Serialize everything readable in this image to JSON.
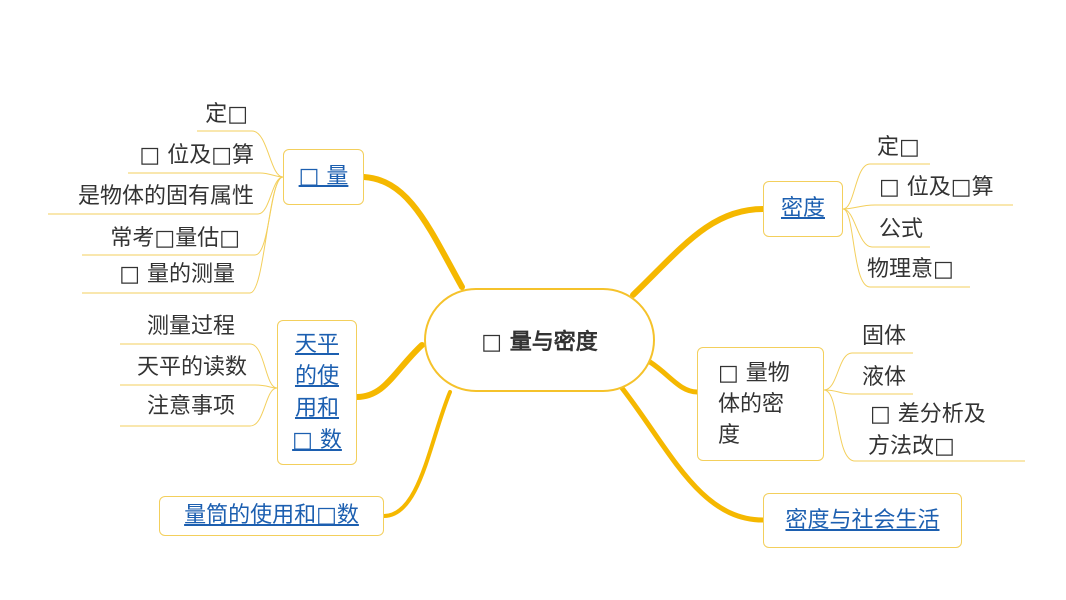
{
  "center": "□ 量与密度",
  "left": [
    {
      "label": "□ 量",
      "children": [
        "定□",
        "□ 位及□算",
        "是物体的固有属性",
        "常考□量估□",
        "□ 量的测量"
      ]
    },
    {
      "label_lines": [
        "天平",
        "的使",
        "用和",
        "□ 数"
      ],
      "children": [
        "测量过程",
        "天平的读数",
        "注意事项"
      ]
    },
    {
      "label": "量筒的使用和□数",
      "children": []
    }
  ],
  "right": [
    {
      "label": "密度",
      "children": [
        "定□",
        "□ 位及□算",
        "公式",
        "物理意□"
      ]
    },
    {
      "label_lines": [
        "□ 量物",
        "体的密",
        "度"
      ],
      "children": [
        "固体",
        "液体",
        "□ 差分析及",
        "方法改□"
      ]
    },
    {
      "label": "密度与社会生活",
      "children": []
    }
  ],
  "colors": {
    "branch": "#f5b800",
    "border": "#f3cf5c",
    "link": "#1c5fb0"
  }
}
